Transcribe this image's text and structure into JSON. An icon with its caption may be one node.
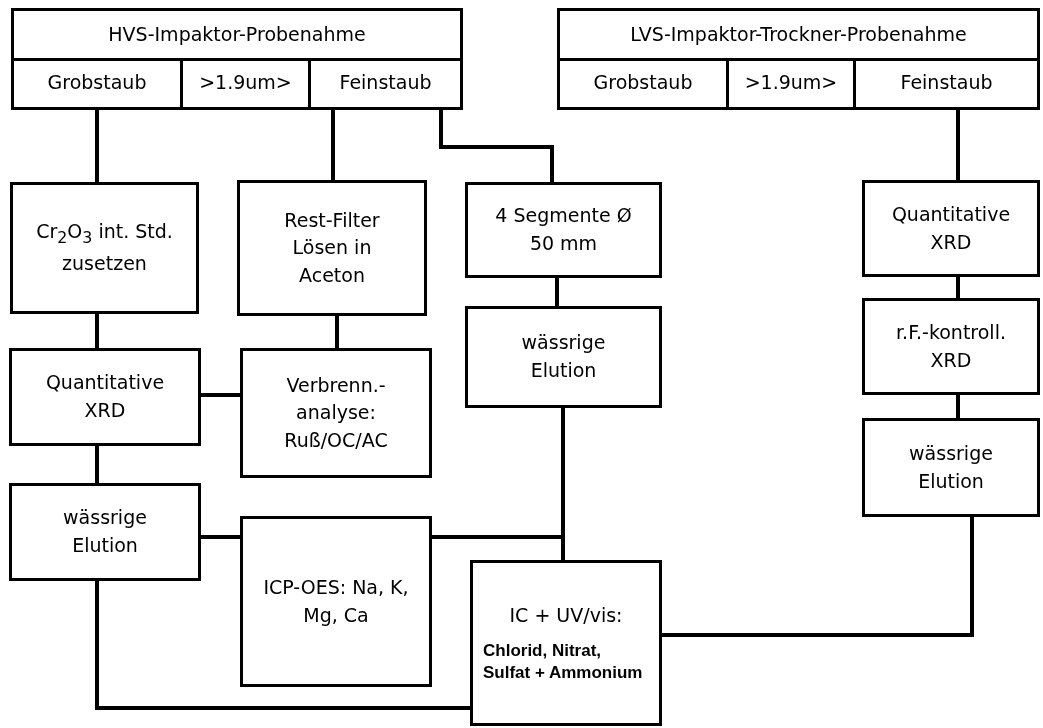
{
  "diagram": {
    "nodes": [
      {
        "text": [
          "HVS-Impaktor-Probenahme"
        ]
      },
      {
        "text": [
          "Grobstaub"
        ],
        "in": 0
      },
      {
        "text": [
          ">1.9um>"
        ],
        "in": 0
      },
      {
        "text": [
          "Feinstaub"
        ],
        "in": 0
      },
      {
        "text": [
          "LVS-Impaktor-Trockner-Probenahme"
        ]
      },
      {
        "text": [
          "Grobstaub"
        ],
        "in": 4
      },
      {
        "text": [
          ">1.9um>"
        ],
        "in": 4
      },
      {
        "text": [
          "Feinstaub"
        ],
        "in": 4
      },
      {
        "text": [
          "Cr$_{2}$O$_{3}$ int. Std. zusetzen"
        ]
      },
      {
        "text": [
          "Rest-Filter Lösen in Aceton"
        ]
      },
      {
        "text": [
          "4 Segmente Ø 50 mm"
        ]
      },
      {
        "text": [
          "Quantitative XRD"
        ]
      },
      {
        "text": [
          "Quantitative XRD"
        ]
      },
      {
        "text": [
          "Verbrenn.- analyse: Ruß/OC/AC"
        ]
      },
      {
        "text": [
          "wässrige Elution"
        ]
      },
      {
        "text": [
          "r.F.-kontroll. XRD"
        ]
      },
      {
        "text": [
          "wässrige Elution"
        ]
      },
      {
        "text": [
          "ICP-OES: Na, K, Mg, Ca"
        ]
      },
      {
        "text": [
          "wässrige Elution"
        ]
      },
      {
        "text": [
          "IC + UV/vis:",
          "Chlorid, Nitrat, Sulfat + Ammonium"
        ]
      }
    ],
    "edges": [
      {
        "from": 1,
        "to": 8,
        "arrow": "none"
      },
      {
        "from": 3,
        "to": 9,
        "arrow": "none"
      },
      {
        "from": 3,
        "to": 10,
        "arrow": "none"
      },
      {
        "from": 8,
        "to": 12,
        "arrow": "none"
      },
      {
        "from": 9,
        "to": 13,
        "arrow": "none"
      },
      {
        "from": 12,
        "to": 13,
        "arrow": "none"
      },
      {
        "from": 10,
        "to": 14,
        "arrow": "none"
      },
      {
        "from": 12,
        "to": 16,
        "arrow": "none"
      },
      {
        "from": 16,
        "to": 17,
        "arrow": "none"
      },
      {
        "from": 14,
        "to": 19,
        "arrow": "none"
      },
      {
        "from": 17,
        "to": 19,
        "arrow": "none"
      },
      {
        "from": 16,
        "to": 19,
        "arrow": "none"
      },
      {
        "from": 7,
        "to": 11,
        "arrow": "none"
      },
      {
        "from": 11,
        "to": 15,
        "arrow": "none"
      },
      {
        "from": 15,
        "to": 18,
        "arrow": "none"
      },
      {
        "from": 18,
        "to": 19,
        "arrow": "none"
      }
    ]
  }
}
